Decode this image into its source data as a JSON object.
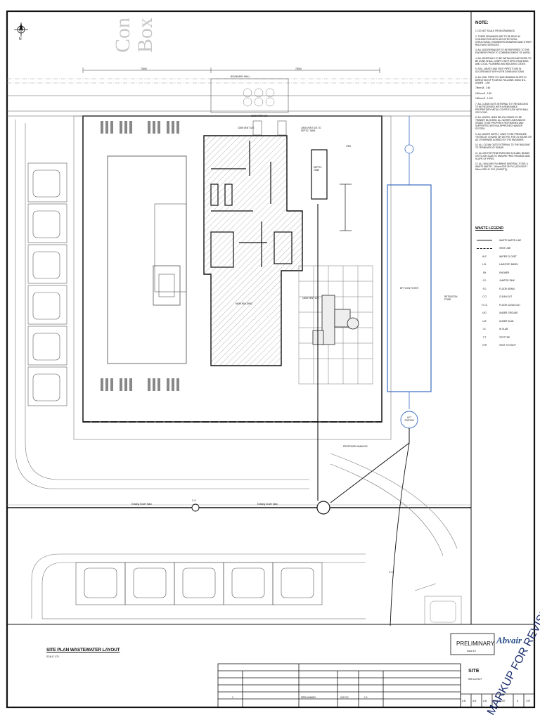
{
  "north": {
    "label": "N"
  },
  "faint_stamp": {
    "line1": "Con",
    "line2": "Box"
  },
  "notes": {
    "title": "NOTE:",
    "items": [
      "1.   DO NOT SCALE FROM DRAWINGS.",
      "2.   THESE DRAWINGS ARE TO BE READ IN CONJUNCTION WITH ARCHITECTURAL, STRUCTURAL, ENGINEERS DRAWINGS AND OTHER RELEVANT SERVICES.",
      "3.   ALL DISCREPANCIES TO BE REFERRED TO THE ENGINEER PRIOR TO COMMENCEMENT OF WORK.",
      "4.   ALL MATERIALS TO BE INSTALLED AND WORK TO BE DONE SHALL COMPLY WITH SPECIFICATIONS AND LOCAL PLUMBING AND BUILDING CODES.",
      "5.   SOIL, WASTE AND VENT PIPES TO BE IN ACCORDANCE WITH ASTM D2665 AND D2661.",
      "6.   ALL SOIL PIPES TO HAVE MINIMUM SLOPE IN DIRECTION OF FLOW AS FOLLOWS: 50mm Ø & UNDER - 1:50",
      "75mm Ø - 1:60",
      "100mm Ø - 1:80",
      "150mm Ø - 1:100",
      "7.   ALL CLEAN OUTS INTERNAL TO THE BUILDING TO BE RECESSED WITH A REMOVABLE PROPRIETARY METAL COVER FLUSH WITH WALL OR FLOOR.",
      "8.   ALL WATER LINES BELOW GRADE TO BE TWINSET BLOCKED. ALL WATER LINES ABOVE GRADE TO BE PROPERLY RESTRAINED AND SUPPORTED WITH AN APPROVED HANGER SYSTEM.",
      "9.   ALL WATER SUPPLY LINES TO BE PRESSURE TESTED AT 10 BARS OR 150 PSI, FOR 24 HOURS OR AS OTHERWISE AGREED BY THE ENGINEER.",
      "10.  ALL CLEAN OUTS EXTERNAL TO THE BUILDING TO TERMINATE AT GRADE.",
      "11.  ALLOW FOR PENETRATIONS IN SLABS, BEAMS OR FLOOR SLAB TO ENSURE FREE PASSAGE AND SLOPE OF PIPES.",
      "12.  ALL BUILDING PLUMBING MATERIAL TO BE: A. WASTE WATER - 110mm SDR 35 PVC (SOLVENT * 50mm SDR 41 PVC (GASKET))."
    ]
  },
  "legend": {
    "title": "WASTE LEGEND",
    "rows": [
      {
        "code": "",
        "label": "WASTE WATER LINE"
      },
      {
        "code": "",
        "label": "VENT LINE"
      },
      {
        "code": "W.C",
        "label": "WATER CLOSET"
      },
      {
        "code": "L.B.",
        "label": "LAVATORY BASIN"
      },
      {
        "code": "SH",
        "label": "SHOWER"
      },
      {
        "code": "J.S.",
        "label": "JANITOR SINK"
      },
      {
        "code": "F.D",
        "label": "FLOOR DRAIN"
      },
      {
        "code": "C.O",
        "label": "CLEAN OUT"
      },
      {
        "code": "F.C.O",
        "label": "FLOOR CLEAN OUT"
      },
      {
        "code": "U/G",
        "label": "UNDER GROUND"
      },
      {
        "code": "U/S",
        "label": "UNDER SLAB"
      },
      {
        "code": "I.S.",
        "label": "IN SLAB"
      },
      {
        "code": "T.T",
        "label": "TEST TEE"
      },
      {
        "code": "VTR",
        "label": "VENT TO ROOF"
      }
    ]
  },
  "plan_labels": {
    "boundary_wall": "BOUNDARY WALL",
    "existing_sewer_main_left": "Existing Sewer Main",
    "existing_sewer_main_right": "Existing Sewer Main",
    "proposed_manhole": "PROPOSED MANHOLE",
    "lift_station": "LIFT STATION",
    "septic_tank": "SEPTIC TANK",
    "retention_pond": "RETENTION POND",
    "bf_filter": "BF FLOW FILTER",
    "vent_1": "100Ø VENT U/S",
    "vent_2": "100Ø VENT U/S TO SEPTIC TANK",
    "vent_3": "100Ø VENT U/S",
    "building_label": "MAIN BUILDING",
    "side_label": "100Ø VENT U/S",
    "dim_top_left": "73000",
    "dim_top_mid": "73000",
    "dim_top_right": "7000",
    "co_label_1": "C.O",
    "co_label_2": "C.O"
  },
  "drawing": {
    "title": "SITE PLAN WASTEWATER LAYOUT",
    "scale": "SCALE 1:75"
  },
  "titleblock": {
    "stamp_label": "PRELIMINARY",
    "stamp_sub": "Issue 4.0",
    "logo": "Abvair",
    "sheet_title_short": "SITE",
    "sheet_sub": "WW LAYOUT",
    "markup": "MARKUP FOR REVISION A",
    "revision_row": [
      "1",
      "PRELIMINARY",
      "2017/12",
      "1.0"
    ],
    "bottom_cells": [
      "A.B.",
      "A.B.",
      "A.B.",
      "WW-P-007",
      "A",
      "1/75"
    ]
  }
}
